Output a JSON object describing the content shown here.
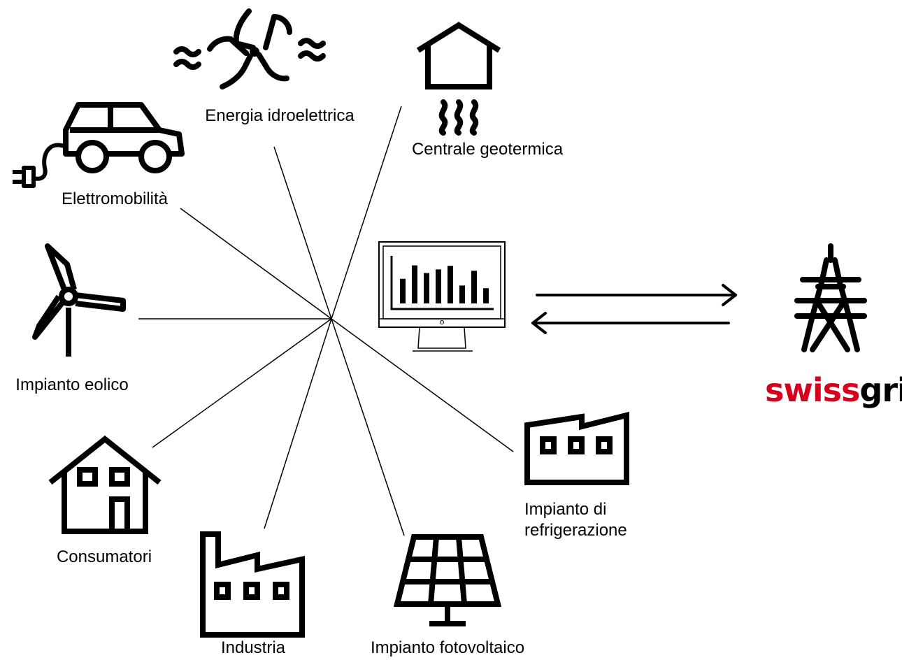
{
  "nodes": {
    "hydro": {
      "label": "Energia idroelettrica",
      "icon": "hydro-turbine-icon"
    },
    "geothermal": {
      "label": "Centrale geotermica",
      "icon": "geothermal-house-icon"
    },
    "emobility": {
      "label": "Elettromobilità",
      "icon": "electric-car-icon"
    },
    "wind": {
      "label": "Impianto eolico",
      "icon": "wind-turbine-icon"
    },
    "consumers": {
      "label": "Consumatori",
      "icon": "house-icon"
    },
    "industry": {
      "label": "Industria",
      "icon": "factory-icon"
    },
    "solar": {
      "label": "Impianto fotovoltaico",
      "icon": "solar-panel-icon"
    },
    "cooling": {
      "label_line1": "Impianto di",
      "label_line2": "refrigerazione",
      "icon": "cooling-plant-icon"
    }
  },
  "center": {
    "icon": "monitor-chart-icon",
    "chart_bars": [
      0.55,
      0.85,
      0.68,
      0.76,
      0.84,
      0.4,
      0.73,
      0.34
    ]
  },
  "grid": {
    "icon": "transmission-tower-icon",
    "brand_part1": "swiss",
    "brand_part2": "grid",
    "brand_color": "#d7001c"
  },
  "arrows": [
    {
      "direction": "to-grid"
    },
    {
      "direction": "from-grid"
    }
  ]
}
